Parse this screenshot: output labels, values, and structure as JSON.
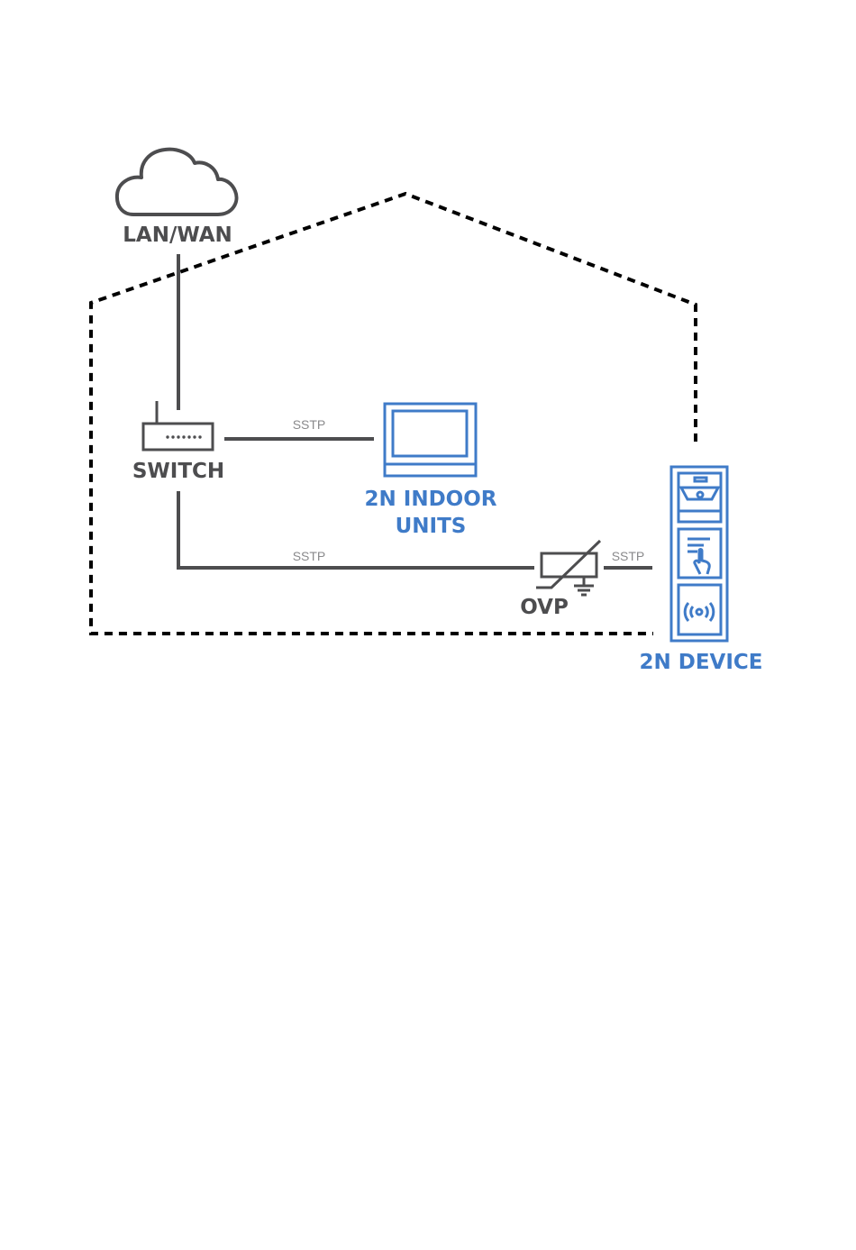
{
  "labels": {
    "cloud": "LAN/WAN",
    "switch": "SWITCH",
    "indoor_line1": "2N INDOOR",
    "indoor_line2": "UNITS",
    "ovp": "OVP",
    "device": "2N DEVICE",
    "cable_switch_indoor": "SSTP",
    "cable_switch_ovp": "SSTP",
    "cable_ovp_device": "SSTP"
  },
  "icons": {
    "cloud": "cloud-icon",
    "switch": "network-switch-icon",
    "indoor_unit": "monitor-icon",
    "ovp": "surge-protector-icon",
    "device": "door-intercom-icon"
  },
  "colors": {
    "dark": "#4d4d4f",
    "blue": "#3f7bc8",
    "cable_text": "#8a8a8c",
    "house_outline": "#000000"
  }
}
